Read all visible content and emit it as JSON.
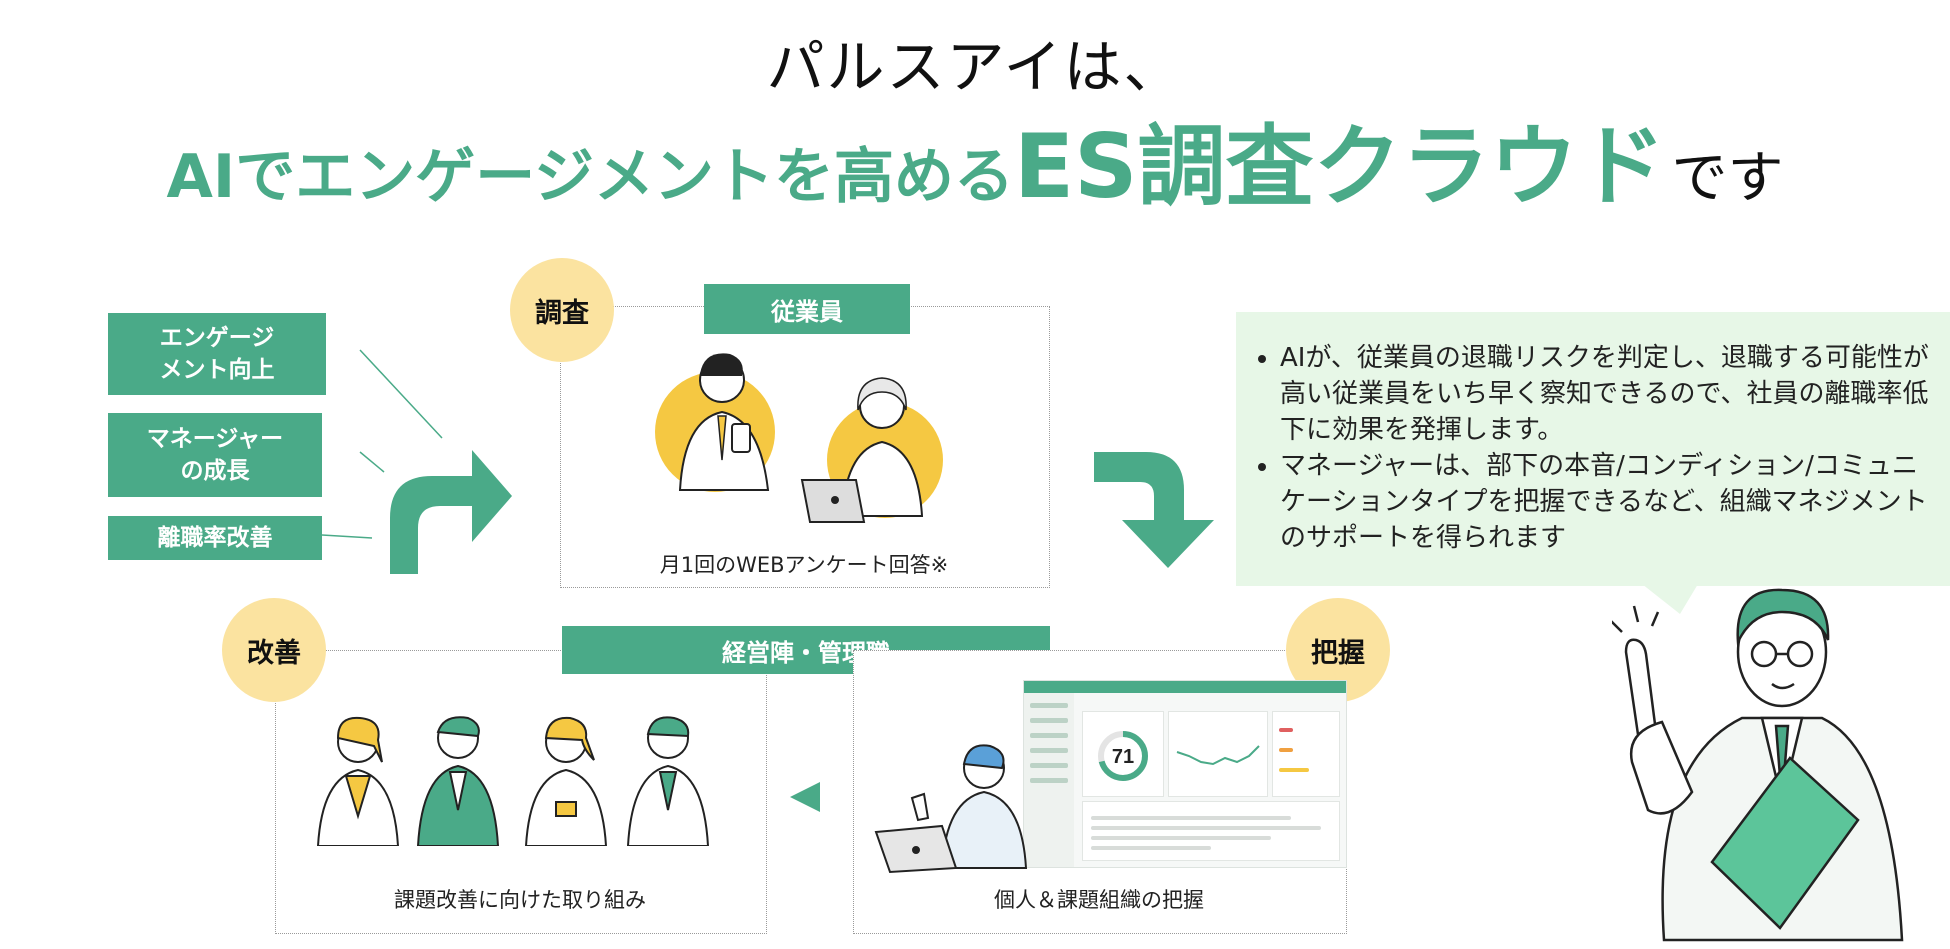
{
  "headline": {
    "line1": "パルスアイは、",
    "line2_part1": "AIでエンゲージメントを高める",
    "line2_part2": "ES調査クラウド",
    "line2_part3": "です"
  },
  "benefits": [
    {
      "line1": "エンゲージ",
      "line2": "メント向上"
    },
    {
      "line1": "マネージャー",
      "line2": "の成長"
    },
    {
      "line1": "離職率改善",
      "line2": ""
    }
  ],
  "steps": {
    "survey": {
      "badge": "調査",
      "label": "従業員",
      "caption": "月1回のWEBアンケート回答※"
    },
    "grasp": {
      "badge": "把握",
      "caption": "個人＆課題組織の把握"
    },
    "improve": {
      "badge": "改善",
      "label": "経営陣・管理職",
      "caption": "課題改善に向けた取り組み"
    }
  },
  "info": {
    "bullets": [
      "AIが、従業員の退職リスクを判定し、退職する可能性が高い従業員をいち早く察知できるので、社員の離職率低下に効果を発揮します。",
      "マネージャーは、部下の本音/コンディション/コミュニケーションタイプを把握できるなど、組織マネジメントのサポートを得られます"
    ]
  },
  "dashboard": {
    "score": "71"
  },
  "colors": {
    "accent": "#4aaa88",
    "badge": "#fbe3a0",
    "info_bg": "#e7f7e7",
    "figure_yellow": "#f5c842"
  }
}
